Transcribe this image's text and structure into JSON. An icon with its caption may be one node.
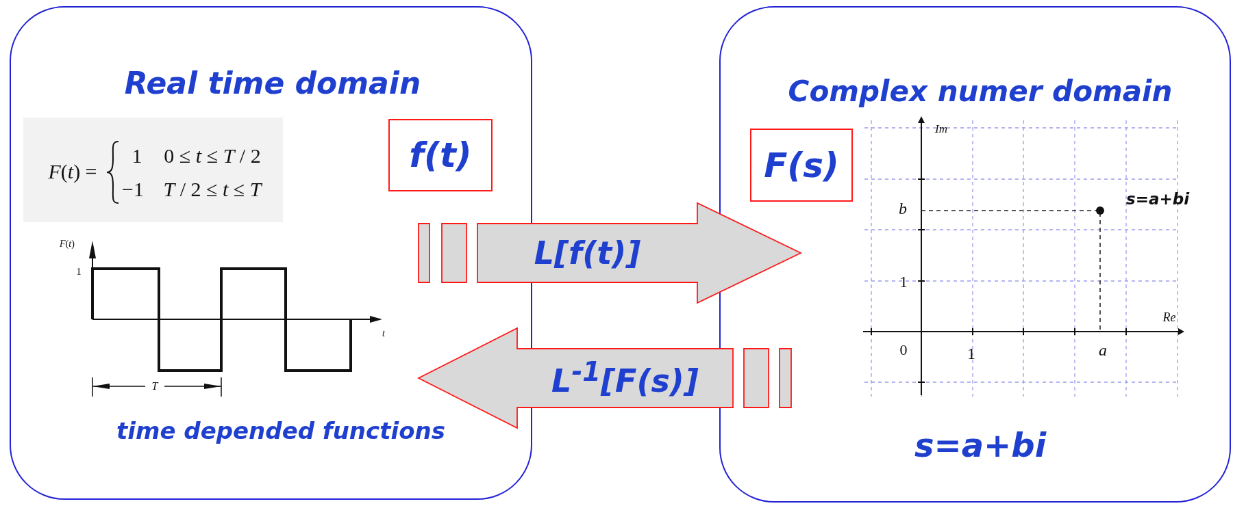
{
  "diagram": {
    "nodes": [
      {
        "text": [
          "Real time domain",
          "time depended functions"
        ]
      },
      {
        "text": [
          "f(t)"
        ],
        "in": 0
      },
      {
        "text": [
          "Complex numer domain",
          "s=a+bi"
        ]
      },
      {
        "text": [
          "F(s)"
        ],
        "in": 2
      }
    ],
    "edges": [
      {
        "from": 0,
        "to": 2,
        "arrow": "to",
        "label": "L[f(t)]"
      },
      {
        "from": 2,
        "to": 0,
        "arrow": "to",
        "label": "L$^{-1}$[F(s)]"
      }
    ],
    "labels": [
      "*F*(*t*) =",
      "1",
      "0 ≤ *t* ≤ *T* / 2",
      "−1",
      "*T* / 2 ≤ *t* ≤ *T*",
      "*F*(*t*)",
      "1",
      "*t*",
      "*T*",
      "*Im*",
      "s=a+bi",
      "*b*",
      "1",
      "*Re*",
      "0",
      "1",
      "*a*"
    ]
  }
}
